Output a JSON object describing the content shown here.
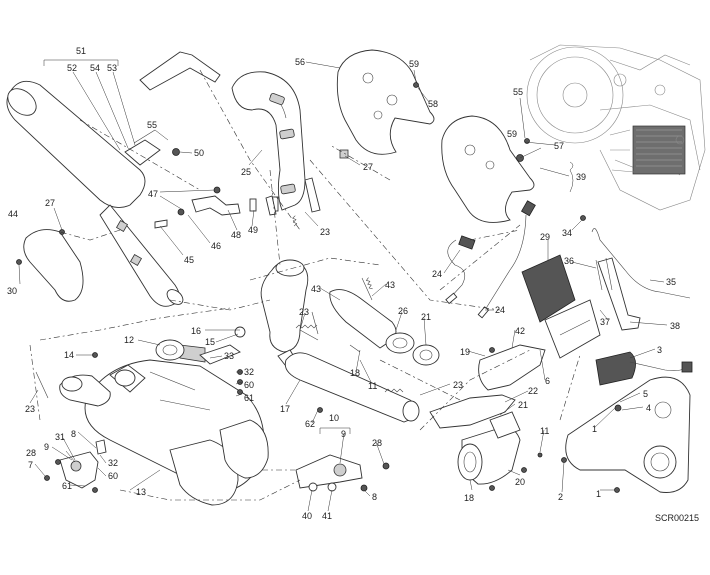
{
  "diagram": {
    "code": "SCR00215",
    "callouts": {
      "c51": "51",
      "c52": "52",
      "c54": "54",
      "c53": "53",
      "c55": "55",
      "c50": "50",
      "c47": "47",
      "c46": "46",
      "c45": "45",
      "c48": "48",
      "c49": "49",
      "c44": "44",
      "c27a": "27",
      "c30": "30",
      "c56": "56",
      "c59a": "59",
      "c58": "58",
      "c27b": "27",
      "c25": "25",
      "c23a": "23",
      "c59b": "59",
      "c57": "57",
      "c39": "39",
      "c34": "34",
      "c29": "29",
      "c36": "36",
      "c35": "35",
      "c37": "37",
      "c38": "38",
      "c24a": "24",
      "c24b": "24",
      "c43a": "43",
      "c43b": "43",
      "c23b": "23",
      "c26": "26",
      "c21a": "21",
      "c16": "16",
      "c15": "15",
      "c12": "12",
      "c33": "33",
      "c14": "14",
      "c32a": "32",
      "c60a": "60",
      "c61a": "61",
      "c23c": "23",
      "c18": "18",
      "c11a": "11",
      "c17": "17",
      "c19": "19",
      "c42": "42",
      "c23d": "23",
      "c22": "22",
      "c21b": "21",
      "c6": "6",
      "c3": "3",
      "c5": "5",
      "c4": "4",
      "c62": "62",
      "c10": "10",
      "c9a": "9",
      "c28a": "28",
      "c7": "7",
      "c31": "31",
      "c8a": "8",
      "c9b": "9",
      "c28b": "28",
      "c32b": "32",
      "c60b": "60",
      "c61b": "61",
      "c13": "13",
      "c40": "40",
      "c41": "41",
      "c8b": "8",
      "c11b": "11",
      "c20": "20",
      "c18b": "18",
      "c2": "2",
      "c1a": "1",
      "c1b": "1"
    }
  }
}
